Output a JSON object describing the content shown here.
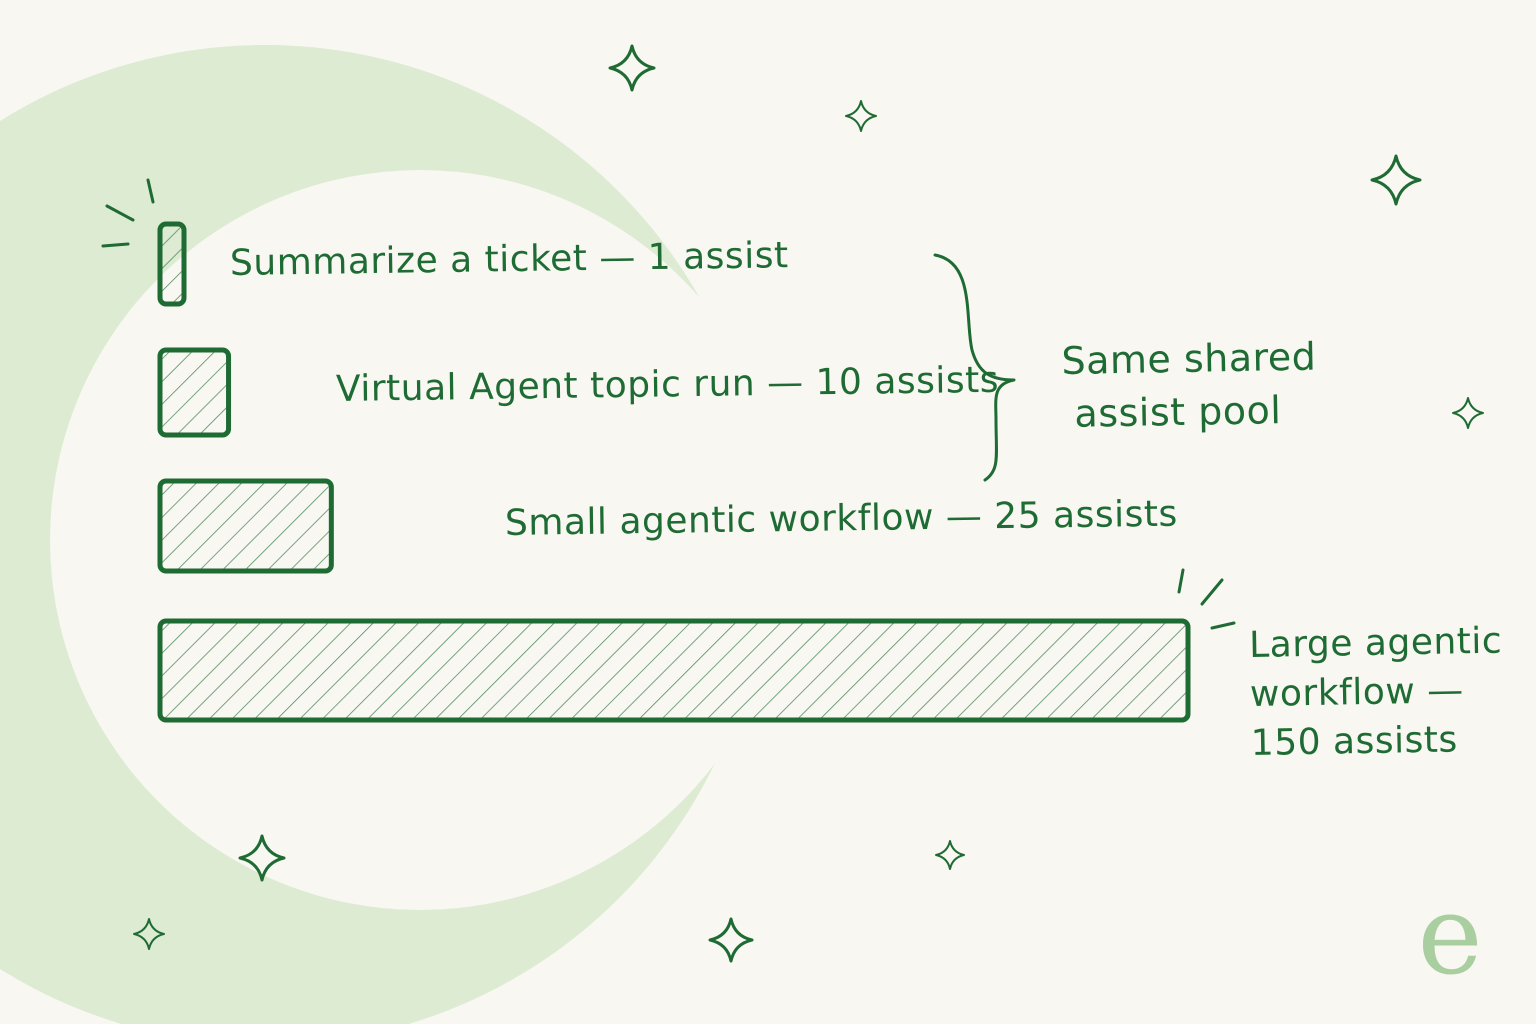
{
  "chart_data": {
    "type": "bar",
    "orientation": "horizontal",
    "categories": [
      "Summarize a ticket",
      "Virtual Agent topic run",
      "Small agentic workflow",
      "Large agentic workflow"
    ],
    "values": [
      1,
      10,
      25,
      150
    ],
    "labels": [
      "Summarize a ticket — 1 assist",
      "Virtual Agent topic run — 10 assists",
      "Small agentic workflow — 25 assists"
    ],
    "large_label_lines": [
      "Large agentic",
      "workflow —",
      "150 assists"
    ],
    "brace_annotation_lines": [
      "Same shared",
      "assist pool"
    ],
    "brace_spans_categories": [
      0,
      1,
      2
    ],
    "title": "",
    "xlabel": "",
    "ylabel": "",
    "grid": false,
    "fill_style": "diagonal hatch"
  },
  "logo": {
    "text": "e",
    "icon": "logo-e-icon"
  },
  "colors": {
    "ink": "#1f6b34",
    "background": "#f8f7f1",
    "moon": "#dcebd2",
    "logo": "#a9cfa0"
  }
}
